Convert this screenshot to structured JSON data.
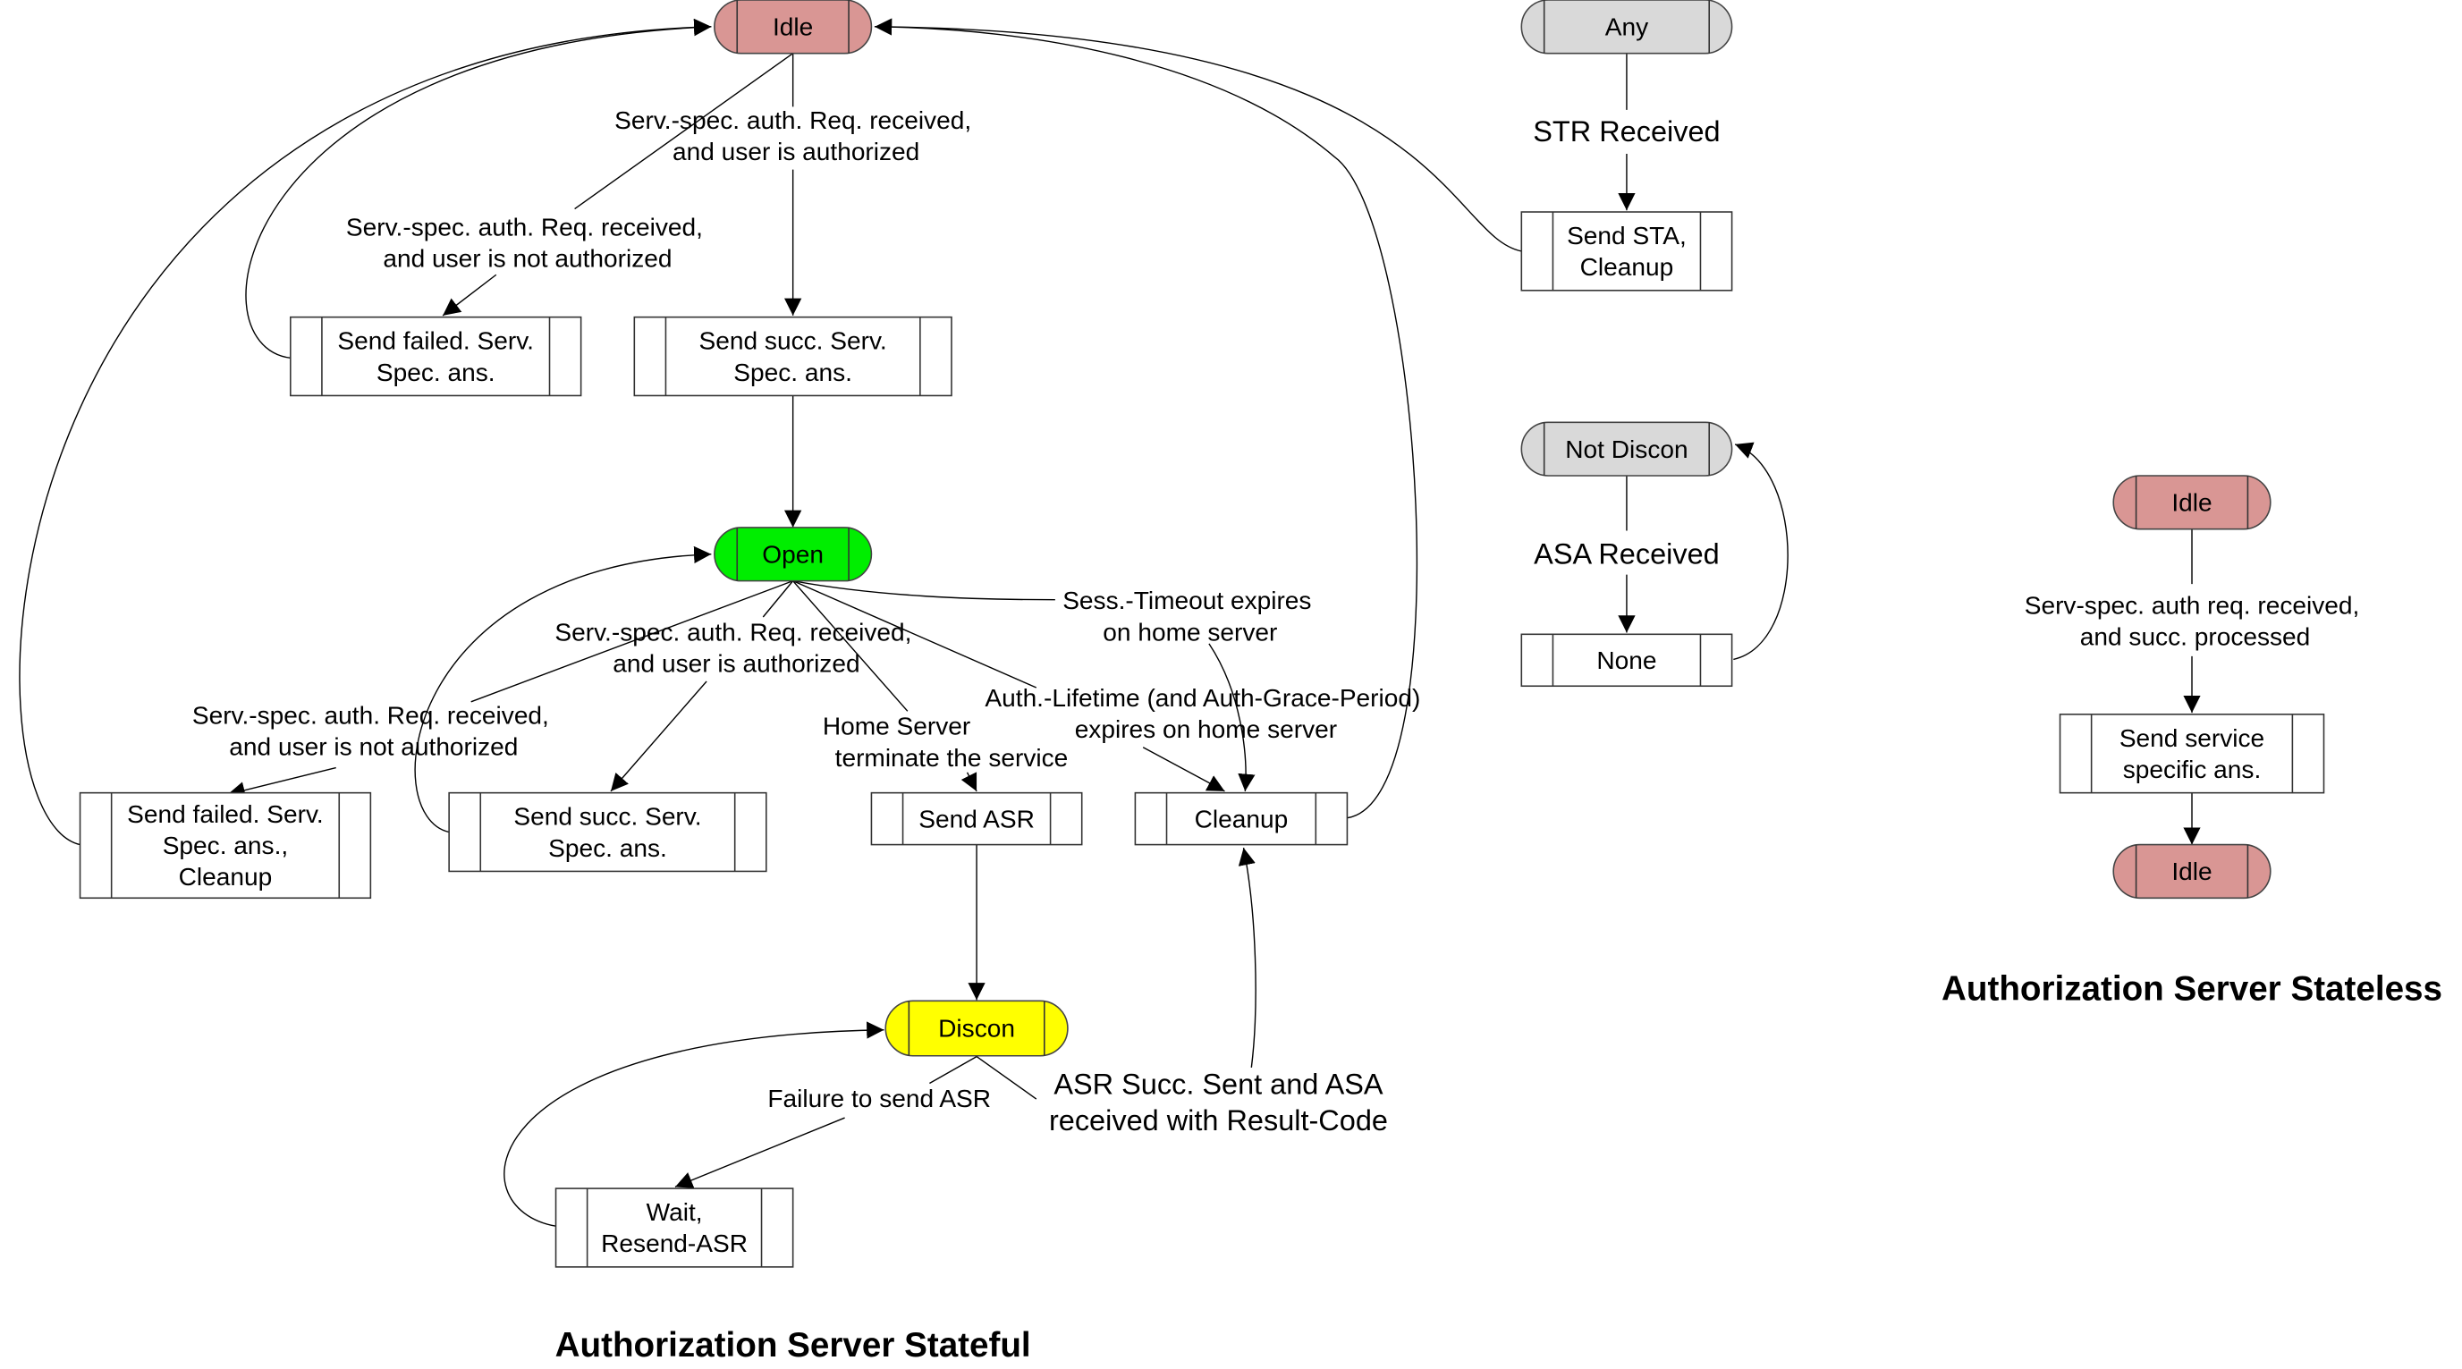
{
  "colors": {
    "idle": "#d99694",
    "open": "#00ee00",
    "discon": "#ffff00",
    "neutral": "#d9d9d9",
    "process": "#ffffff"
  },
  "stateful": {
    "title": "Authorization Server Stateful",
    "states": {
      "idle": "Idle",
      "open": "Open",
      "discon": "Discon"
    },
    "processes": {
      "send_failed_1": [
        "Send failed. Serv.",
        "Spec. ans."
      ],
      "send_succ_1": [
        "Send succ. Serv.",
        "Spec. ans."
      ],
      "send_failed_2": [
        "Send failed. Serv.",
        "Spec. ans.,",
        "Cleanup"
      ],
      "send_succ_2": [
        "Send succ. Serv.",
        "Spec. ans."
      ],
      "send_asr": [
        "Send ASR"
      ],
      "cleanup": [
        "Cleanup"
      ],
      "wait_resend": [
        "Wait,",
        "Resend-ASR"
      ]
    },
    "transitions": {
      "idle_authorized": [
        "Serv.-spec. auth. Req. received,",
        "and user is authorized"
      ],
      "idle_not_authorized": [
        "Serv.-spec. auth. Req. received,",
        "and user is not authorized"
      ],
      "open_authorized": [
        "Serv.-spec. auth. Req. received,",
        "and user is authorized"
      ],
      "open_not_authorized": [
        "Serv.-spec. auth. Req. received,",
        "and user is not authorized"
      ],
      "home_terminate": [
        "Home Server",
        "terminate the service"
      ],
      "sess_timeout": [
        "Sess.-Timeout expires",
        "on home server"
      ],
      "auth_lifetime": [
        "Auth.-Lifetime (and Auth-Grace-Period)",
        "expires on home server"
      ],
      "failure_asr": [
        "Failure to send ASR"
      ],
      "asr_success": [
        "ASR Succ. Sent and ASA",
        "received with Result-Code"
      ]
    }
  },
  "any_section": {
    "states": {
      "any": "Any",
      "not_discon": "Not Discon"
    },
    "processes": {
      "send_sta": [
        "Send STA,",
        "Cleanup"
      ],
      "none": [
        "None"
      ]
    },
    "transitions": {
      "str_received": "STR Received",
      "asa_received": "ASA Received"
    }
  },
  "stateless": {
    "title": "Authorization Server Stateless",
    "states": {
      "idle_top": "Idle",
      "idle_bottom": "Idle"
    },
    "processes": {
      "send_service": [
        "Send service",
        "specific ans."
      ]
    },
    "transitions": {
      "auth_req": [
        "Serv-spec. auth req. received,",
        "and succ. processed"
      ]
    }
  }
}
